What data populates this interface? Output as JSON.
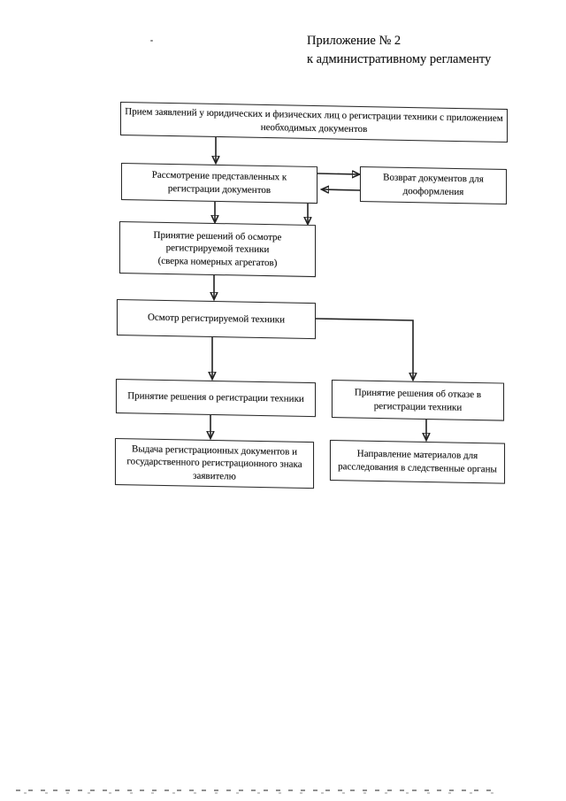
{
  "header": {
    "line1": "Приложение № 2",
    "line2": "к административному регламенту"
  },
  "flowchart": {
    "nodes": [
      {
        "id": "accept-applications",
        "text": "Прием заявлений у юридических и физических лиц о регистрации техники с приложением\nнеобходимых документов"
      },
      {
        "id": "review-documents",
        "text": "Рассмотрение представленных к\nрегистрации документов"
      },
      {
        "id": "return-documents",
        "text": "Возврат документов для\nдооформления"
      },
      {
        "id": "decide-inspection",
        "text": "Принятие решений об осмотре\nрегистрируемой техники\n(сверка номерных агрегатов)"
      },
      {
        "id": "inspection",
        "text": "Осмотр регистрируемой техники"
      },
      {
        "id": "decide-registration",
        "text": "Принятие решения о регистрации техники"
      },
      {
        "id": "decide-refusal",
        "text": "Принятие решения об отказе в\nрегистрации техники"
      },
      {
        "id": "issue-documents",
        "text": "Выдача регистрационных документов и\nгосударственного регистрационного знака\nзаявителю"
      },
      {
        "id": "forward-materials",
        "text": "Направление материалов для\nрасследования в следственные органы"
      }
    ]
  },
  "colors": {
    "ink": "#222222",
    "paper": "#ffffff"
  }
}
